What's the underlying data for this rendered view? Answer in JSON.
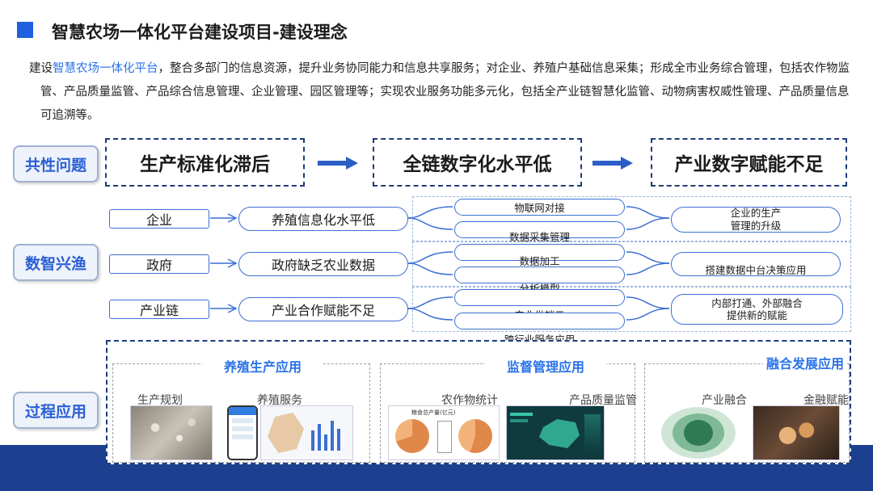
{
  "header": {
    "title": "智慧农场一体化平台建设项目-建设理念"
  },
  "intro": {
    "prefix": "建设",
    "highlight": "智慧农场一体化平台",
    "text": "，整合多部门的信息资源，提升业务协同能力和信息共享服务；对企业、养殖户基础信息采集；形成全市业务综合管理，包括农作物监管、产品质量监管、产品综合信息管理、企业管理、园区管理等；实现农业服务功能多元化，包括全产业链智慧化监管、动物病害权威性管理、产品质量信息可追溯等。"
  },
  "categories": {
    "common": "共性问题",
    "smart": "数智兴渔",
    "process": "过程应用"
  },
  "problems": [
    "生产标准化滞后",
    "全链数字化水平低",
    "产业数字赋能不足"
  ],
  "flows": [
    {
      "source": "企业",
      "issue": "养殖信息化水平低",
      "tech": [
        "物联网对接",
        "数据采集管理"
      ],
      "result": "企业的生产\n管理的升级"
    },
    {
      "source": "政府",
      "issue": "政府缺乏农业数据",
      "tech": [
        "数据加工",
        "分析模型"
      ],
      "result": "搭建数据中台决策应用"
    },
    {
      "source": "产业链",
      "issue": "产业合作赋能不足",
      "tech": [
        "产业供销云",
        "跨行业服务应用"
      ],
      "result": "内部打通、外部融合\n提供新的赋能"
    }
  ],
  "applications": [
    {
      "title": "养殖生产应用",
      "items": [
        "生产规划",
        "养殖服务"
      ]
    },
    {
      "title": "监督管理应用",
      "items": [
        "农作物统计",
        "产品质量监管"
      ]
    },
    {
      "title": "融合发展应用",
      "items": [
        "产业融合",
        "金融赋能"
      ]
    }
  ],
  "thumb_texts": {
    "crop_chart_title": "粮食总产量(亿元)"
  },
  "colors": {
    "accent": "#1f5fe0",
    "highlight": "#2a73e8",
    "dark_band": "#1d3f8f",
    "dash": "#1d3c7a"
  }
}
